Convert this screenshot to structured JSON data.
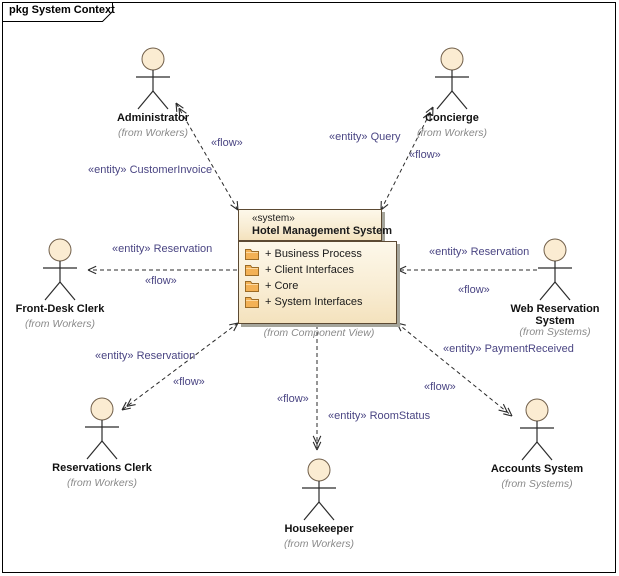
{
  "frame": {
    "title": "pkg System Context"
  },
  "package": {
    "stereotype": "«system»",
    "name": "Hotel Management System",
    "items": [
      {
        "label": "+ Business Process"
      },
      {
        "label": "+ Client Interfaces"
      },
      {
        "label": "+ Core"
      },
      {
        "label": "+ System Interfaces"
      }
    ],
    "from": "(from Component View)"
  },
  "actors": [
    {
      "name": "Administrator",
      "from": "(from Workers)"
    },
    {
      "name": "Concierge",
      "from": "(from Workers)"
    },
    {
      "name": "Front-Desk Clerk",
      "from": "(from Workers)"
    },
    {
      "name": "Web Reservation System",
      "from": "(from Systems)"
    },
    {
      "name": "Reservations Clerk",
      "from": "(from Workers)"
    },
    {
      "name": "Housekeeper",
      "from": "(from Workers)"
    },
    {
      "name": "Accounts System",
      "from": "(from Systems)"
    }
  ],
  "flows": [
    {
      "target": "Administrator",
      "entity": "«entity» CustomerInvoice",
      "flow": "«flow»"
    },
    {
      "target": "Concierge",
      "entity": "«entity» Query",
      "flow": "«flow»"
    },
    {
      "target": "Front-Desk Clerk",
      "entity": "«entity» Reservation",
      "flow": "«flow»"
    },
    {
      "target": "Web Reservation System",
      "entity": "«entity» Reservation",
      "flow": "«flow»"
    },
    {
      "target": "Reservations Clerk",
      "entity": "«entity» Reservation",
      "flow": "«flow»"
    },
    {
      "target": "Housekeeper",
      "entity": "«entity» RoomStatus",
      "flow": "«flow»"
    },
    {
      "target": "Accounts System",
      "entity": "«entity» PaymentReceived",
      "flow": "«flow»"
    }
  ],
  "colors": {
    "element_fill": "#fdf8ea",
    "element_border": "#5c4a33",
    "shadow": "#a5a59b",
    "folder_fill": "#f3b155",
    "folder_border": "#9b6b26",
    "flow_label_text": "#4a4583",
    "origin_text": "#8a8a8a",
    "connector": "#2b2b2b"
  }
}
